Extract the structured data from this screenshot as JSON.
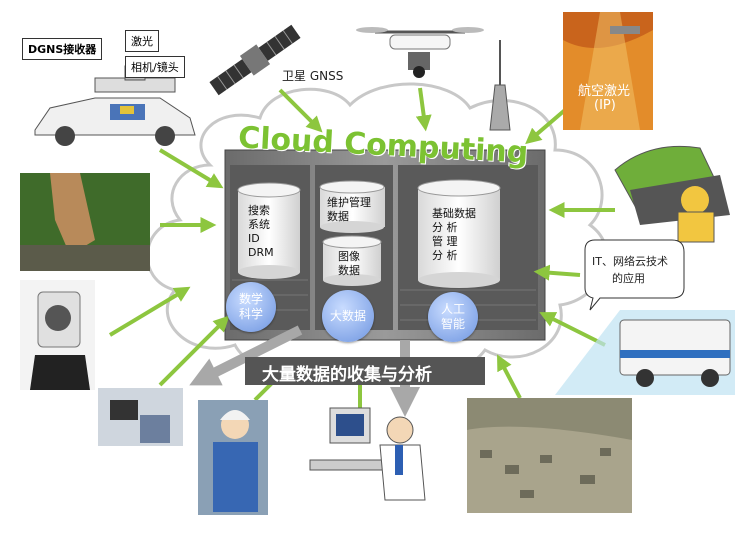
{
  "title": "Cloud Computing",
  "banner": "大量数据的收集与分析",
  "labels": {
    "dgns": "DGNS接收器",
    "laser": "激光",
    "camera": "相机/镜头",
    "satellite": "卫星 GNSS",
    "aerial_laser": "航空激光",
    "aerial_laser_ip": "(IP)",
    "it_callout_line1": "IT、网络云技术",
    "it_callout_line2": "的应用"
  },
  "databases": {
    "search": [
      "搜索",
      "系统",
      "ID",
      "DRM"
    ],
    "maintenance": [
      "维护管理",
      "数据"
    ],
    "image": [
      "图像",
      "数据"
    ],
    "analysis": [
      "基础数据",
      "分 析",
      "管 理",
      "分 析"
    ]
  },
  "bubbles": [
    {
      "lines": [
        "数学",
        "科学"
      ]
    },
    {
      "lines": [
        "大数据"
      ]
    },
    {
      "lines": [
        "人工",
        "智能"
      ]
    }
  ],
  "colors": {
    "accent_green": "#8dc63f",
    "title_green": "#7cc232",
    "banner_bg": "#555555",
    "bubble_blue": "#6e95e0"
  }
}
